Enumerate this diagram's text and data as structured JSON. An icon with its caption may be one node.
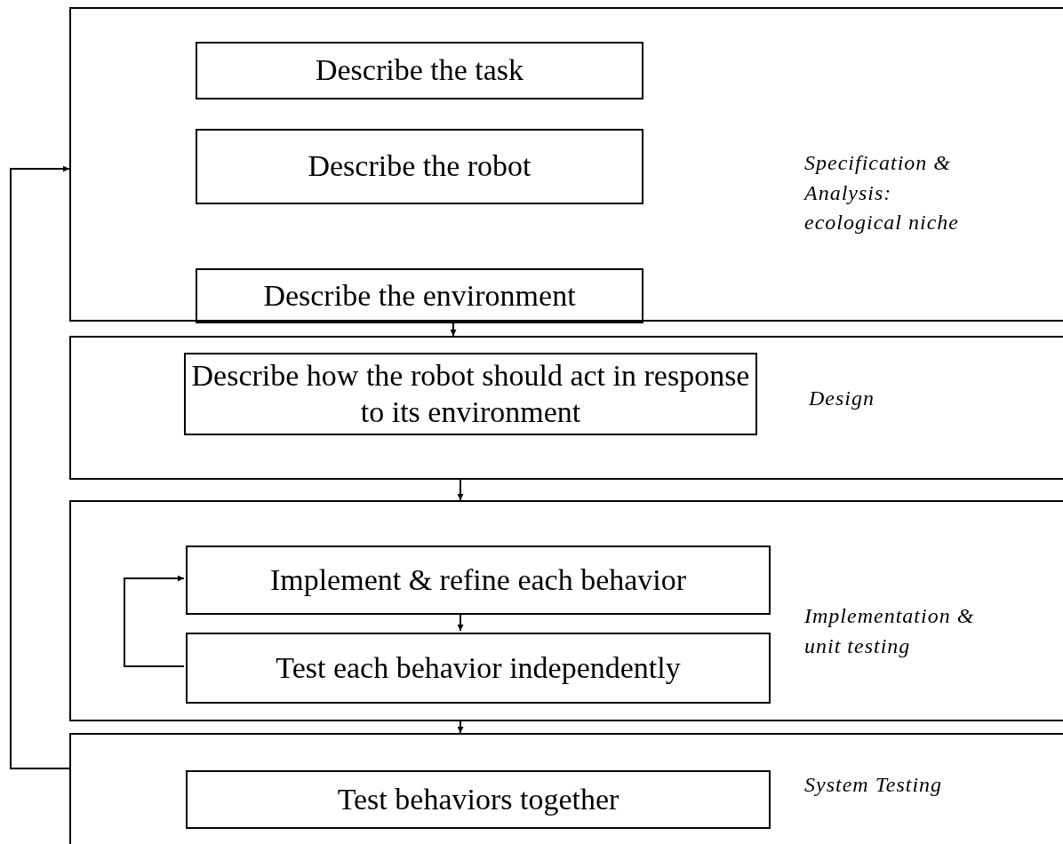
{
  "diagram": {
    "nodes": [
      {
        "text": [
          "Specification & Analysis: ecological niche"
        ]
      },
      {
        "text": [
          "Describe the task"
        ],
        "in": 0
      },
      {
        "text": [
          "Describe the robot"
        ],
        "in": 0
      },
      {
        "text": [
          "Describe the environment"
        ],
        "in": 0
      },
      {
        "text": [
          "Design"
        ]
      },
      {
        "text": [
          "Describe how the robot should act in response to its environment"
        ],
        "in": 4
      },
      {
        "text": [
          "Implementation & unit testing"
        ]
      },
      {
        "text": [
          "Implement & refine each behavior"
        ],
        "in": 6
      },
      {
        "text": [
          "Test each behavior independently"
        ],
        "in": 6
      },
      {
        "text": [
          "System Testing"
        ]
      },
      {
        "text": [
          "Test behaviors together"
        ],
        "in": 9
      }
    ],
    "edges": [
      {
        "from": 0,
        "to": 4,
        "arrow": "to"
      },
      {
        "from": 4,
        "to": 6,
        "arrow": "to"
      },
      {
        "from": 6,
        "to": 9,
        "arrow": "to"
      },
      {
        "from": 7,
        "to": 8,
        "arrow": "to"
      },
      {
        "from": 8,
        "to": 7,
        "arrow": "to"
      },
      {
        "from": 9,
        "to": 0,
        "arrow": "to"
      }
    ]
  }
}
